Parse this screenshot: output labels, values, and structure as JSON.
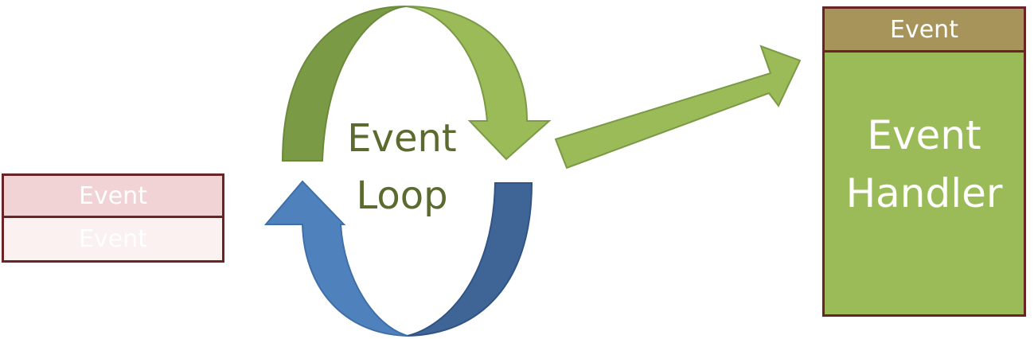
{
  "queue": {
    "items": [
      "Event",
      "Event"
    ]
  },
  "loop": {
    "line1": "Event",
    "line2": "Loop"
  },
  "handler": {
    "event_label": "Event",
    "title_line1": "Event",
    "title_line2": "Handler"
  },
  "colors": {
    "green_dark": "#7a9a45",
    "green_light": "#9bbb59",
    "blue_dark": "#3f6496",
    "blue_light": "#4f81bd",
    "border_maroon": "#6b2426",
    "olive_text": "#5b6b2f",
    "handler_header": "#a6945a",
    "queue_first": "#f2d3d5",
    "queue_second": "#fbf1f1"
  }
}
